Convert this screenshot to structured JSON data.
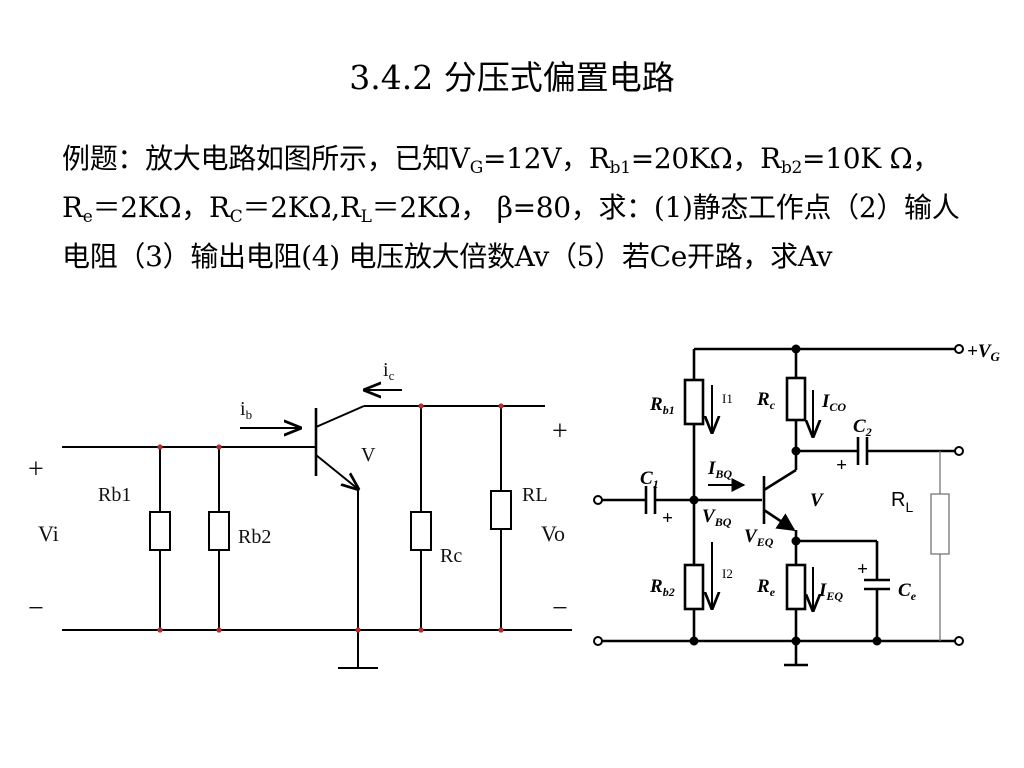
{
  "title": "3.4.2 分压式偏置电路",
  "problem": {
    "p1": "例题：放大电路如图所示，已知V",
    "p1_sub": "G",
    "p2": "=12V，R",
    "p2_sub": "b1",
    "p3": "=20KΩ，R",
    "p3_sub": "b2",
    "p4": "=10K Ω，R",
    "p4_sub": "e",
    "p5": "＝2KΩ，R",
    "p5_sub": "C",
    "p6": "＝2KΩ,R",
    "p6_sub": "L",
    "p7": "＝2KΩ， β=80，求：(1)静态工作点（2）输人电阻（3）输出电阻(4) 电压放大倍数Av（5）若Ce开路，求Av"
  },
  "left_circuit": {
    "plus_in": "+",
    "vi": "Vi",
    "minus_in": "−",
    "rb1": "Rb1",
    "rb2": "Rb2",
    "ib": "i",
    "ib_sub": "b",
    "ic": "i",
    "ic_sub": "c",
    "v": "V",
    "rc": "Rc",
    "rl": "RL",
    "plus_out": "+",
    "vo": "Vo",
    "minus_out": "−"
  },
  "right_circuit": {
    "vg": "+V",
    "vg_sub": "G",
    "rb1": "R",
    "rb1_sub": "b1",
    "i1": "I1",
    "rc": "R",
    "rc_sub": "c",
    "ico": "I",
    "ico_sub": "CO",
    "c2": "C",
    "c2_sub": "2",
    "c1": "C",
    "c1_sub": "1",
    "ibq": "I",
    "ibq_sub": "BQ",
    "vbq": "V",
    "vbq_sub": "BQ",
    "v": "V",
    "veq": "V",
    "veq_sub": "EQ",
    "rl": "R",
    "rl_sub": "L",
    "rb2": "R",
    "rb2_sub": "b2",
    "i2": "I2",
    "re": "R",
    "re_sub": "e",
    "ieq": "I",
    "ieq_sub": "EQ",
    "ce": "C",
    "ce_sub": "e",
    "plus_c1": "+",
    "plus_c2": "+",
    "plus_ce": "+"
  }
}
